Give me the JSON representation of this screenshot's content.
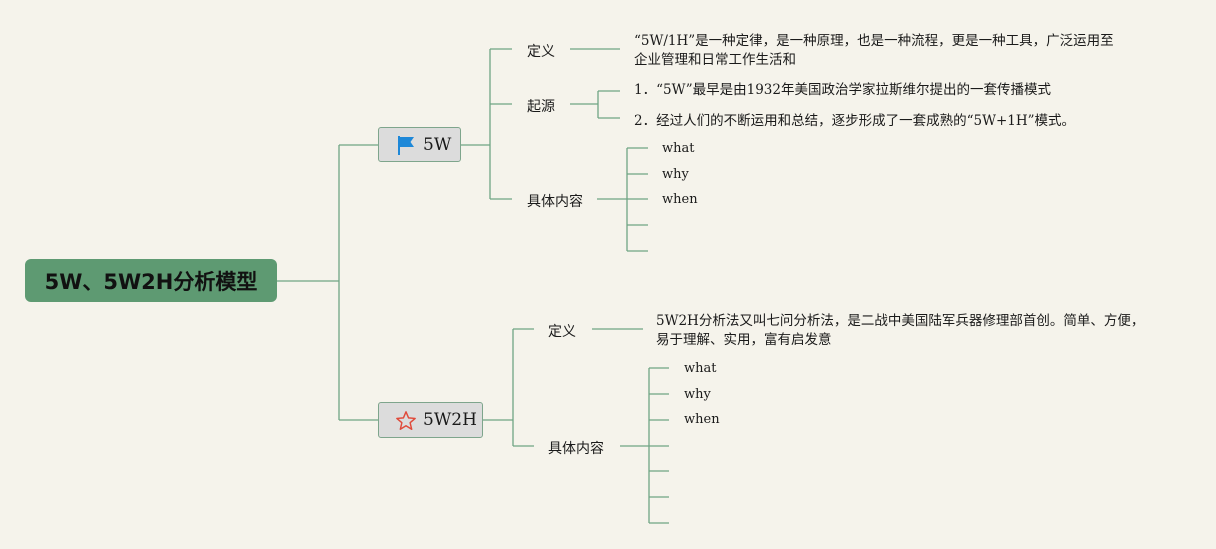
{
  "root": {
    "label": "5W、5W2H分析模型"
  },
  "branches": [
    {
      "label": "5W",
      "icon": "flag-icon",
      "icon_color": "#1e88d8",
      "definition": {
        "label": "定义",
        "text_line1": "“5W/1H”是一种定律，是一种原理，也是一种流程，更是一种工具，广泛运用至",
        "text_line2": "企业管理和日常工作生活和"
      },
      "origin": {
        "label": "起源",
        "items": [
          "1．“5W”最早是由1932年美国政治学家拉斯维尔提出的一套传播模式",
          "2．经过人们的不断运用和总结，逐步形成了一套成熟的“5W+1H”模式。"
        ]
      },
      "content": {
        "label": "具体内容",
        "items": [
          "what",
          "why",
          "when",
          "",
          ""
        ]
      }
    },
    {
      "label": "5W2H",
      "icon": "star-icon",
      "icon_color": "#e04a3a",
      "definition": {
        "label": "定义",
        "text_line1": "5W2H分析法又叫七问分析法，是二战中美国陆军兵器修理部首创。简单、方便，",
        "text_line2": "易于理解、实用，富有启发意"
      },
      "content": {
        "label": "具体内容",
        "items": [
          "what",
          "why",
          "when",
          "",
          "",
          "",
          ""
        ]
      }
    }
  ],
  "colors": {
    "line": "#6fa584",
    "root_fill": "#5e9a72",
    "node_fill": "#dcdcdc"
  }
}
